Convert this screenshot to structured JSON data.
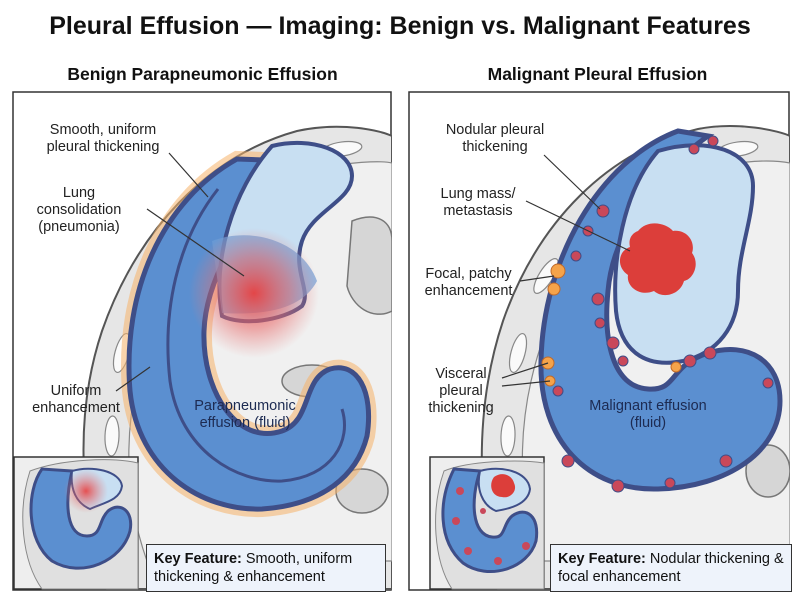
{
  "title": "Pleural Effusion — Imaging: Benign vs. Malignant Features",
  "left_panel": {
    "title": "Benign Parapneumonic Effusion",
    "labels": {
      "smooth_thickening": "Smooth, uniform pleural thickening",
      "consolidation": "Lung consolidation (pneumonia)",
      "uniform_enhancement": "Uniform enhancement",
      "effusion": "Parapneumonic effusion (fluid)"
    },
    "key_feature": {
      "label": "Key Feature:",
      "text": "Smooth, uniform thickening & enhancement"
    }
  },
  "right_panel": {
    "title": "Malignant Pleural Effusion",
    "labels": {
      "nodular_thickening": "Nodular pleural thickening",
      "lung_mass": "Lung mass/ metastasis",
      "focal_enhancement": "Focal, patchy enhancement",
      "visceral_thickening": "Visceral pleural thickening",
      "effusion": "Malignant effusion (fluid)"
    },
    "key_feature": {
      "label": "Key Feature:",
      "text": "Nodular thickening & focal enhancement"
    }
  },
  "colors": {
    "fluid": "#5b8fd0",
    "lung": "#c8dff2",
    "pleura": "#3e4e88",
    "consolidation": "#e04848",
    "mass": "#dc3e3a",
    "enhancement": "#f5a34a",
    "body_gray": "#e2e2e2"
  }
}
